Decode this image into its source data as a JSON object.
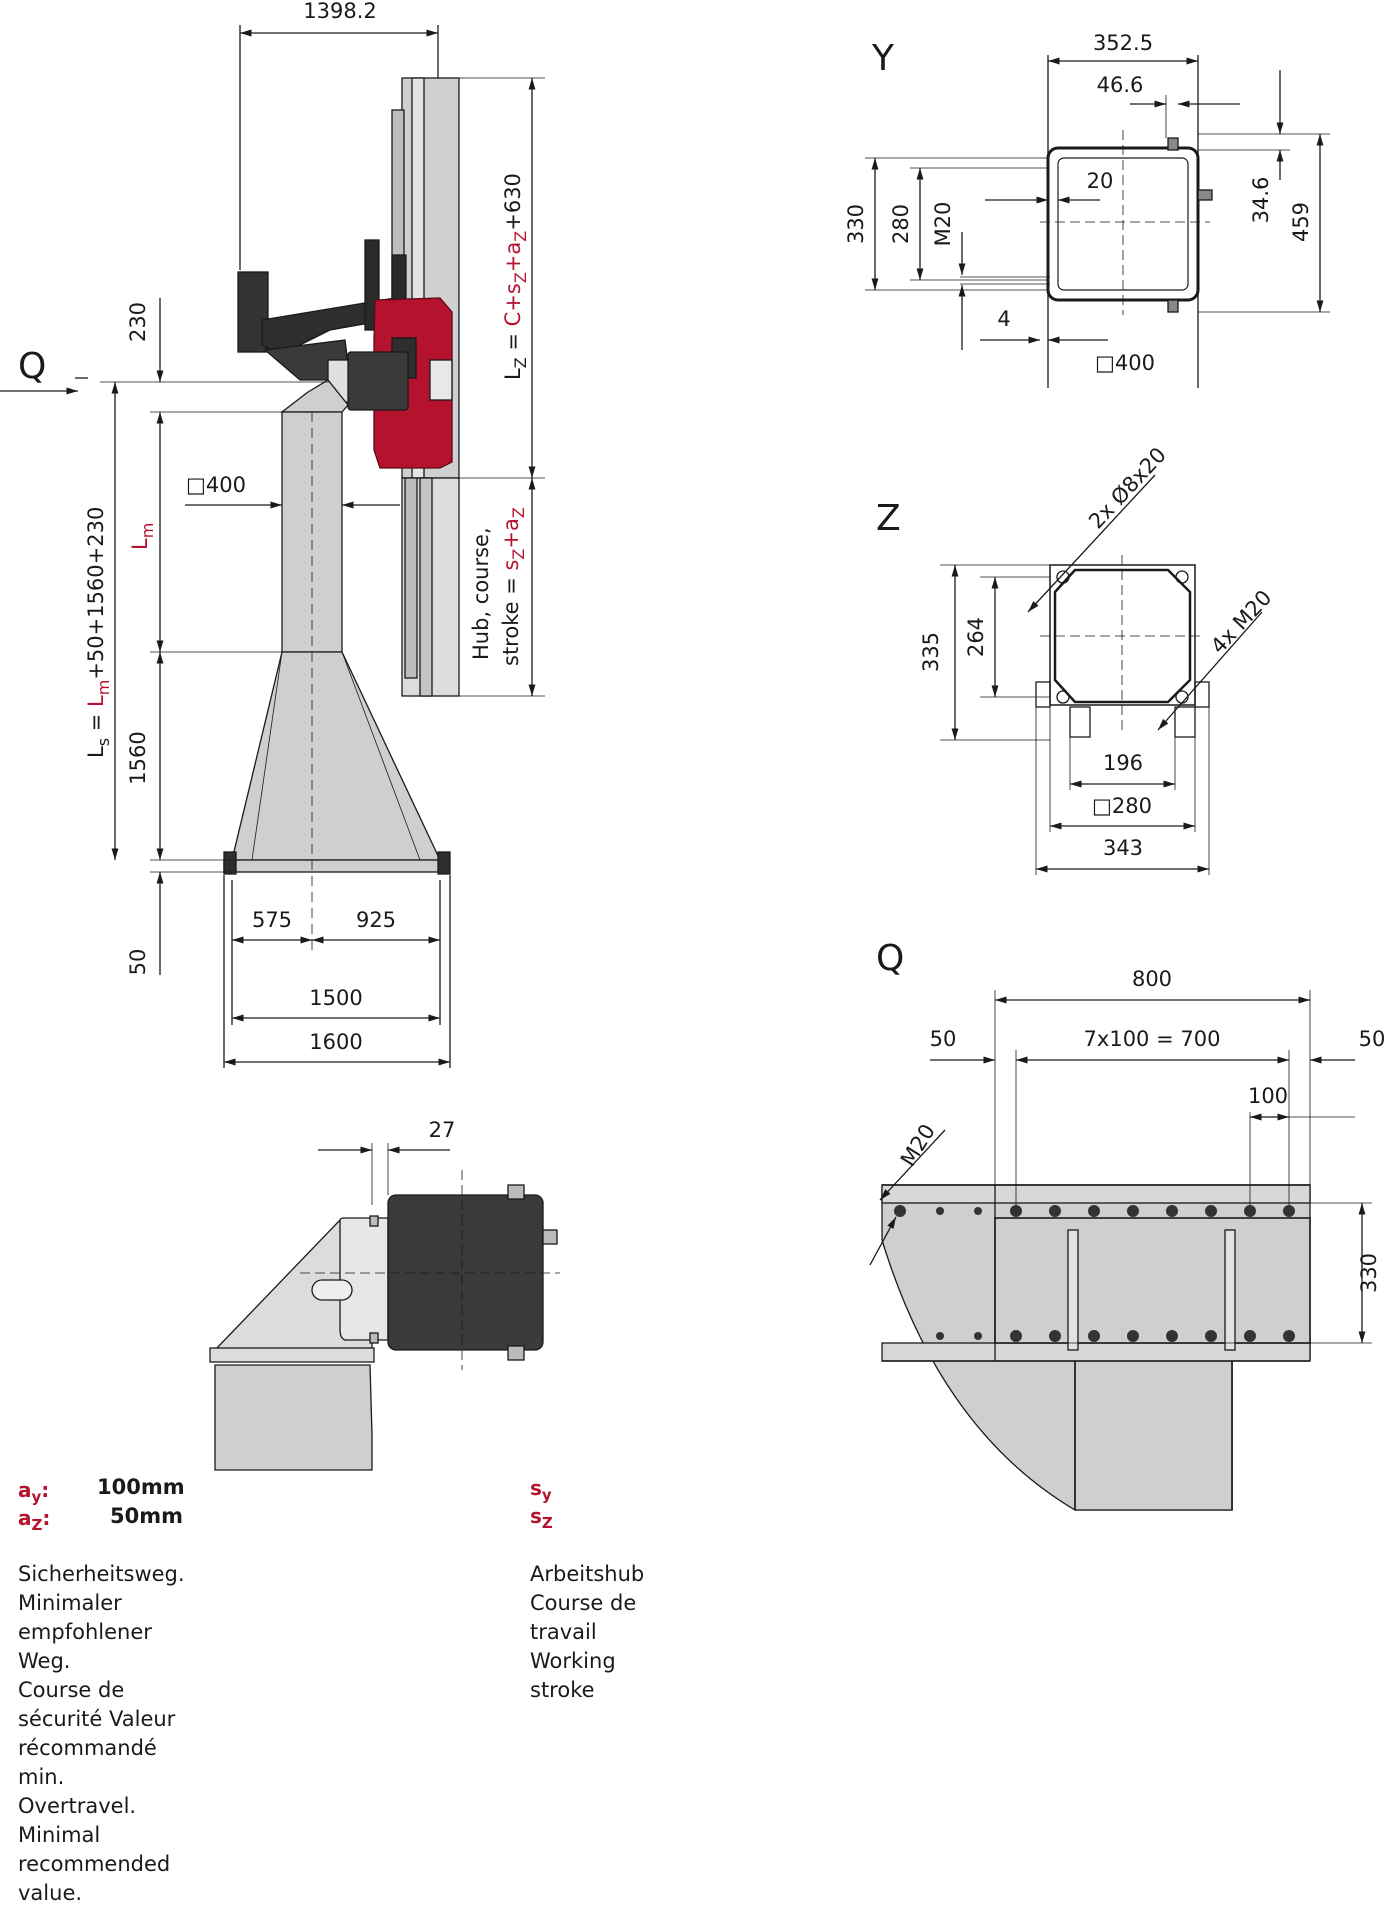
{
  "side_view": {
    "top_width": "1398.2",
    "view_arrow_label": "Q",
    "dim_230": "230",
    "dim_1560": "1560",
    "dim_50": "50",
    "dim_square_400": "□400",
    "dim_575": "575",
    "dim_925": "925",
    "dim_1500": "1500",
    "dim_1600": "1600",
    "ls_formula_prefix": "L",
    "ls_formula_sub": "s",
    "ls_formula_eq": " = ",
    "ls_formula_lm": "L",
    "ls_formula_lm_sub": "m",
    "ls_formula_rest": "+50+1560+230",
    "lm_label": "L",
    "lm_label_sub": "m",
    "lz_prefix": "L",
    "lz_sub": "Z",
    "lz_eq": " = ",
    "lz_red": "C+s",
    "lz_red_sub": "Z",
    "lz_plus": "+a",
    "lz_plus_sub": "Z",
    "lz_rest": "+630",
    "hub_line1": "Hub, course,",
    "hub_line2_black": "stroke = ",
    "hub_line2_red": "s",
    "hub_line2_red_sub": "Z",
    "hub_line2_red2": "+a",
    "hub_line2_red2_sub": "Z"
  },
  "view_y": {
    "label": "Y",
    "dim_352_5": "352.5",
    "dim_46_6": "46.6",
    "dim_20": "20",
    "dim_330": "330",
    "dim_280": "280",
    "dim_m20": "M20",
    "dim_34_6": "34.6",
    "dim_459": "459",
    "dim_4": "4",
    "dim_square_400": "□400"
  },
  "view_z": {
    "label": "Z",
    "dim_holes": "2x Ø8x20",
    "dim_bolts": "4x M20",
    "dim_335": "335",
    "dim_264": "264",
    "dim_196": "196",
    "dim_square_280": "□280",
    "dim_343": "343"
  },
  "motor_detail": {
    "dim_27": "27"
  },
  "view_q": {
    "label": "Q",
    "dim_800": "800",
    "dim_50_left": "50",
    "dim_pitch": "7x100 = 700",
    "dim_50_right": "50",
    "dim_100": "100",
    "dim_m20": "M20",
    "dim_330": "330"
  },
  "legend": {
    "ay_sym": "a",
    "ay_sub": "y",
    "ay_colon": ":",
    "ay_val": "100mm",
    "az_sym": "a",
    "az_sub": "Z",
    "az_colon": ":",
    "az_val": "50mm",
    "a_desc": [
      "Sicherheitsweg. Minimaler empfohlener Weg.",
      "Course de sécurité Valeur récommandé min.",
      "Overtravel. Minimal recommended value."
    ],
    "sy_sym": "s",
    "sy_sub": "y",
    "sz_sym": "s",
    "sz_sub": "Z",
    "s_desc": [
      "Arbeitshub",
      "Course de travail",
      "Working stroke"
    ]
  },
  "colors": {
    "accent_red": "#b5122e",
    "steel_grey": "#c8c8c8",
    "motor_dark": "#3a3a3a",
    "line": "#1a1a1a"
  }
}
